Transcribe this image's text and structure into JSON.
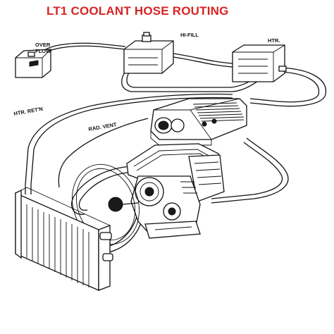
{
  "title": "LT1 COOLANT HOSE ROUTING",
  "title_color": "#d62424",
  "labels": {
    "overflow_line1": "OVER",
    "overflow_line2": "FLOW",
    "hi_fill": "HI-FILL",
    "heater": "HTR.",
    "heater_return": "HTR. RET'N",
    "rad_vent": "RAD. VENT"
  }
}
